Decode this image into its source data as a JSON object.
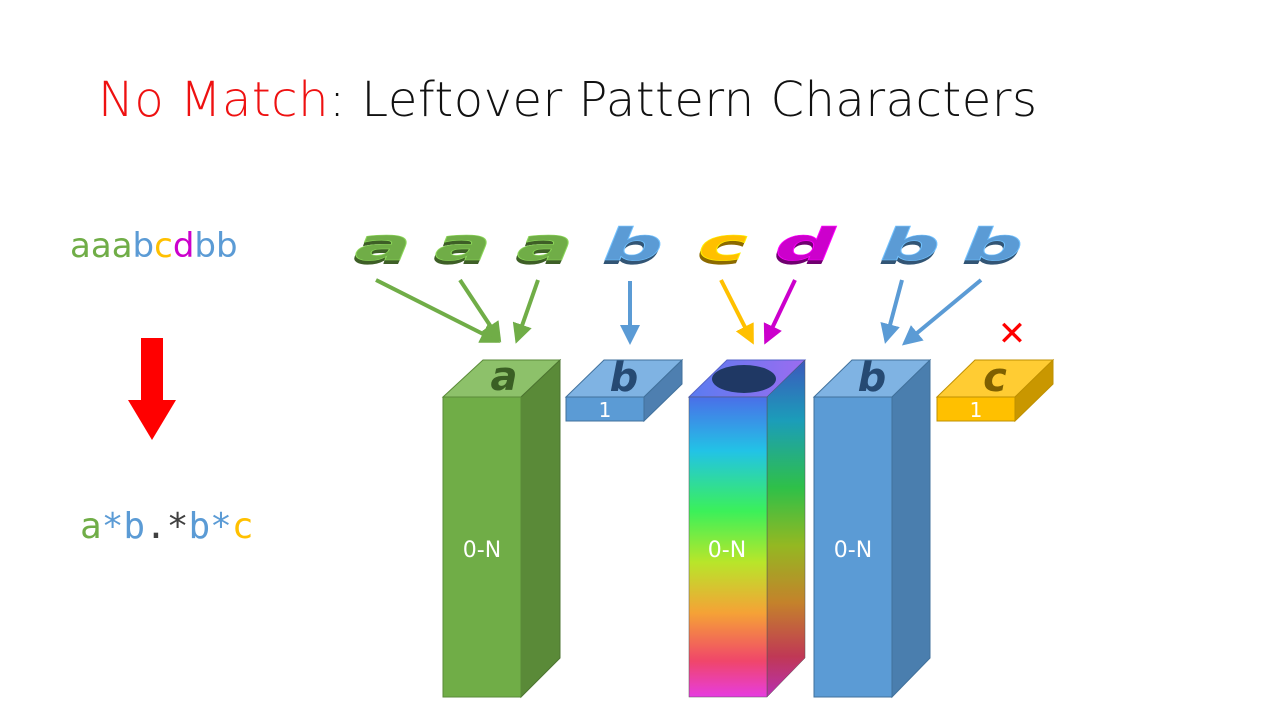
{
  "title": {
    "no_match": "No Match",
    "rest": ": Leftover Pattern Characters"
  },
  "input_string": [
    {
      "ch": "a",
      "color": "#70ad47"
    },
    {
      "ch": "a",
      "color": "#70ad47"
    },
    {
      "ch": "a",
      "color": "#70ad47"
    },
    {
      "ch": "b",
      "color": "#5b9bd5"
    },
    {
      "ch": "c",
      "color": "#ffc000"
    },
    {
      "ch": "d",
      "color": "#cc00cc"
    },
    {
      "ch": "b",
      "color": "#5b9bd5"
    },
    {
      "ch": "b",
      "color": "#5b9bd5"
    }
  ],
  "pattern": [
    {
      "tok": "a",
      "color": "#70ad47"
    },
    {
      "tok": "*",
      "color": "#5b9bd5"
    },
    {
      "tok": "b",
      "color": "#5b9bd5"
    },
    {
      "tok": ".",
      "color": "#404040"
    },
    {
      "tok": "*",
      "color": "#404040"
    },
    {
      "tok": "b",
      "color": "#5b9bd5"
    },
    {
      "tok": "*",
      "color": "#5b9bd5"
    },
    {
      "tok": "c",
      "color": "#ffc000"
    }
  ],
  "letters_3d": [
    {
      "ch": "a",
      "color": "#70ad47"
    },
    {
      "ch": "a",
      "color": "#70ad47"
    },
    {
      "ch": "a",
      "color": "#70ad47"
    },
    {
      "ch": "b",
      "color": "#5b9bd5"
    },
    {
      "ch": "c",
      "color": "#ffc000"
    },
    {
      "ch": "d",
      "color": "#cc00cc"
    },
    {
      "ch": "b",
      "color": "#5b9bd5"
    },
    {
      "ch": "b",
      "color": "#5b9bd5"
    }
  ],
  "blocks": [
    {
      "name": "block-a-star",
      "top_letter": "a",
      "label": "0-N",
      "color": "green"
    },
    {
      "name": "block-b-single",
      "top_letter": "b",
      "label": "1",
      "color": "blue"
    },
    {
      "name": "block-dot-star",
      "top_letter": "",
      "label": "0-N",
      "color": "rainbow"
    },
    {
      "name": "block-b-star",
      "top_letter": "b",
      "label": "0-N",
      "color": "blue"
    },
    {
      "name": "block-c-single",
      "top_letter": "c",
      "label": "1",
      "color": "gold"
    }
  ],
  "failure_mark": "✕",
  "colors": {
    "green": "#70ad47",
    "blue": "#5b9bd5",
    "gold": "#ffc000",
    "magenta": "#cc00cc",
    "red": "#ff0000",
    "title_red": "#ee1111"
  }
}
